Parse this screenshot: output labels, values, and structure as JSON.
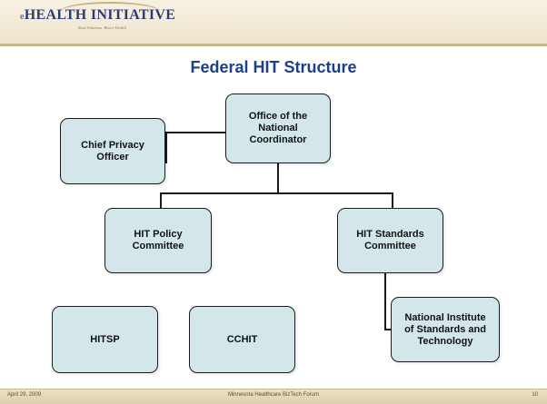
{
  "header": {
    "logo_prefix": "e",
    "logo_name": "HEALTH INITIATIVE",
    "logo_tagline": "Real Solutions. Better Health"
  },
  "slide": {
    "title": "Federal HIT Structure"
  },
  "org_chart": {
    "nodes": {
      "onc": "Office of the National Coordinator",
      "cpo": "Chief Privacy Officer",
      "hpc": "HIT Policy Committee",
      "hsc": "HIT Standards Committee",
      "nist": "National Institute of Standards and Technology",
      "hitsp": "HITSP",
      "cchit": "CCHIT"
    },
    "edges": [
      [
        "onc",
        "cpo"
      ],
      [
        "onc",
        "hpc"
      ],
      [
        "onc",
        "hsc"
      ],
      [
        "hsc",
        "nist"
      ]
    ],
    "colors": {
      "box_fill": "#d3e7eb",
      "title": "#1d3e8a",
      "logo": "#2e3a78"
    }
  },
  "footer": {
    "date": "April 29, 2009",
    "event": "Minnesota Healthcare BizTech Forum",
    "page": "10"
  }
}
